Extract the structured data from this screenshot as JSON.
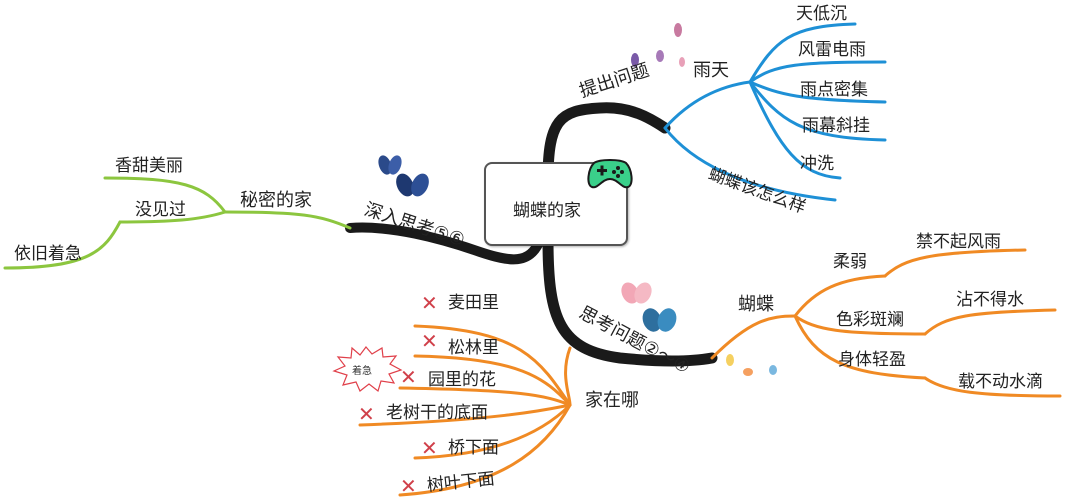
{
  "center": {
    "title": "蝴蝶的家",
    "icon": "gamepad-icon"
  },
  "branches": {
    "tichu": {
      "label": "提出问题",
      "sub": {
        "yutian": {
          "label": "雨天",
          "items": [
            "天低沉",
            "风雷电雨",
            "雨点密集",
            "雨幕斜挂",
            "冲洗"
          ]
        },
        "hudie_how": {
          "label": "蝴蝶该怎么样"
        }
      }
    },
    "sikao": {
      "label": "思考问题②～④",
      "sub": {
        "hudie": {
          "label": "蝴蝶",
          "rows": [
            {
              "a": "柔弱",
              "b": "禁不起风雨"
            },
            {
              "a": "色彩斑斓",
              "b": "沾不得水"
            },
            {
              "a": "身体轻盈",
              "b": "载不动水滴"
            }
          ]
        },
        "jiazaina": {
          "label": "家在哪",
          "items": [
            "麦田里",
            "松林里",
            "园里的花",
            "老树干的底面",
            "桥下面",
            "树叶下面"
          ],
          "badge": "着急"
        }
      }
    },
    "shenru": {
      "label": "深入思考⑤⑥",
      "sub": {
        "mimi": {
          "label": "秘密的家",
          "items": [
            "香甜美丽",
            "没见过",
            "依旧着急"
          ]
        }
      }
    }
  },
  "colors": {
    "trunk": "#1a1a1a",
    "blue": "#1e90d6",
    "orange": "#f08a24",
    "green": "#8cc63f",
    "xmark": "#d0404a"
  }
}
